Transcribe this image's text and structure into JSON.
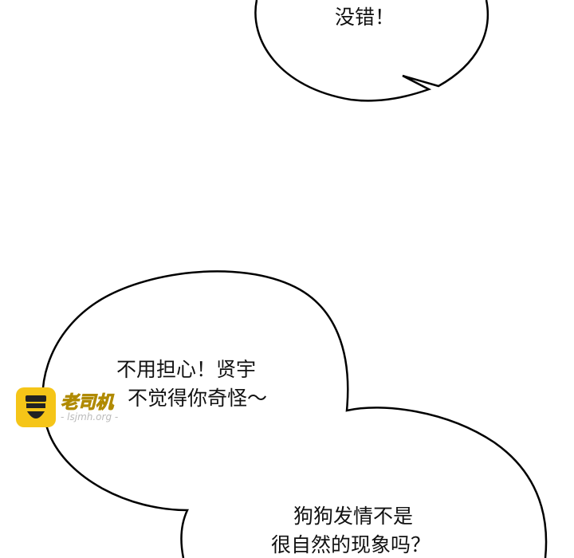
{
  "panel": {
    "bubble_top": {
      "line1": "没错！"
    },
    "bubble_left": {
      "line1": "不用担心！贤宇",
      "line2": "不觉得你奇怪～"
    },
    "bubble_right": {
      "line1": "狗狗发情不是",
      "line2": "很自然的现象吗？"
    }
  },
  "watermark": {
    "brand": "老司机",
    "site": "- lsjmh.org -",
    "badge_color": "#f5c518"
  }
}
